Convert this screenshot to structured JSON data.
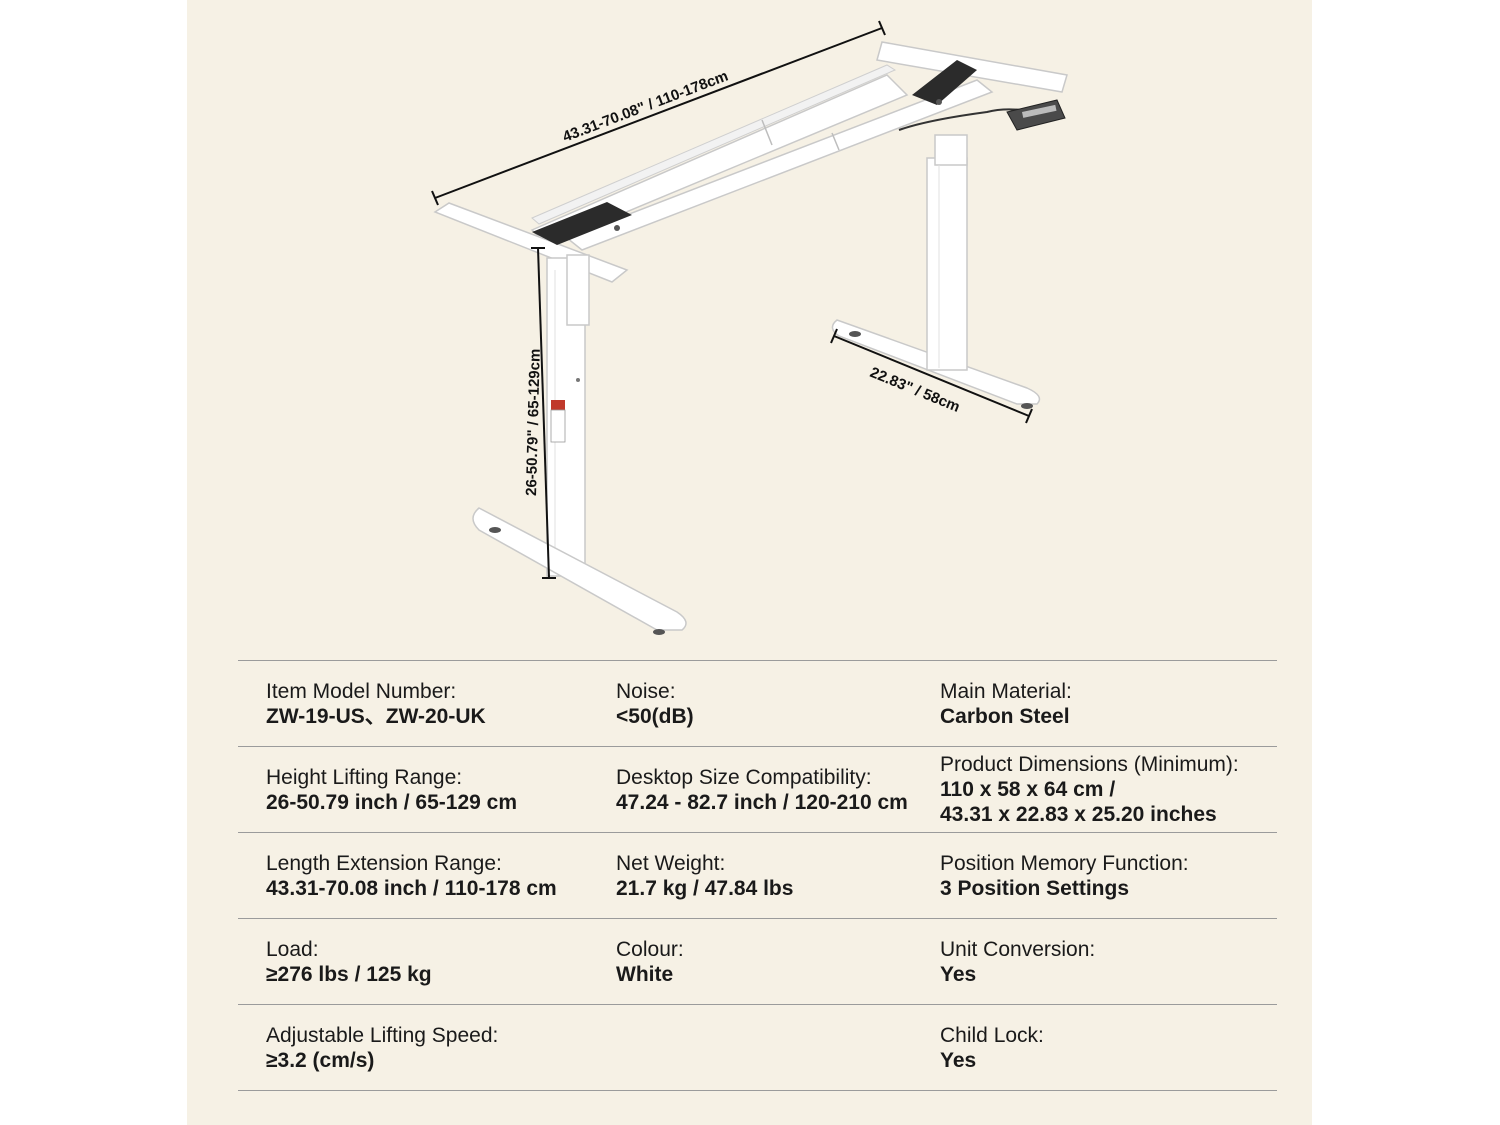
{
  "dimensions": {
    "length": "43.31-70.08\" / 110-178cm",
    "height": "26-50.79\" / 65-129cm",
    "depth": "22.83\" / 58cm"
  },
  "specs": [
    [
      {
        "label": "Item Model Number:",
        "value": [
          "ZW-19-US、ZW-20-UK"
        ]
      },
      {
        "label": "Noise:",
        "value": [
          "<50(dB)"
        ]
      },
      {
        "label": "Main Material:",
        "value": [
          "Carbon Steel"
        ]
      }
    ],
    [
      {
        "label": "Height Lifting Range:",
        "value": [
          "26-50.79 inch / 65-129 cm"
        ]
      },
      {
        "label": "Desktop Size Compatibility:",
        "value": [
          "47.24 - 82.7 inch / 120-210 cm"
        ]
      },
      {
        "label": "Product Dimensions (Minimum):",
        "value": [
          "110 x 58 x 64 cm /",
          "43.31 x 22.83 x 25.20 inches"
        ]
      }
    ],
    [
      {
        "label": "Length Extension Range:",
        "value": [
          "43.31-70.08 inch / 110-178 cm"
        ]
      },
      {
        "label": "Net Weight:",
        "value": [
          "21.7 kg / 47.84 lbs"
        ]
      },
      {
        "label": "Position Memory Function:",
        "value": [
          "3 Position Settings"
        ]
      }
    ],
    [
      {
        "label": "Load:",
        "value": [
          "≥276 lbs / 125 kg"
        ]
      },
      {
        "label": "Colour:",
        "value": [
          "White"
        ]
      },
      {
        "label": "Unit Conversion:",
        "value": [
          "Yes"
        ]
      }
    ],
    [
      {
        "label": "Adjustable Lifting Speed:",
        "value": [
          "≥3.2 (cm/s)"
        ]
      },
      {
        "label": "",
        "value": []
      },
      {
        "label": "Child Lock:",
        "value": [
          "Yes"
        ]
      }
    ]
  ],
  "colors": {
    "background": "#f6f1e5",
    "frame": "#ffffff",
    "pad": "#2b2b2b",
    "rule": "#9b9b9b"
  }
}
